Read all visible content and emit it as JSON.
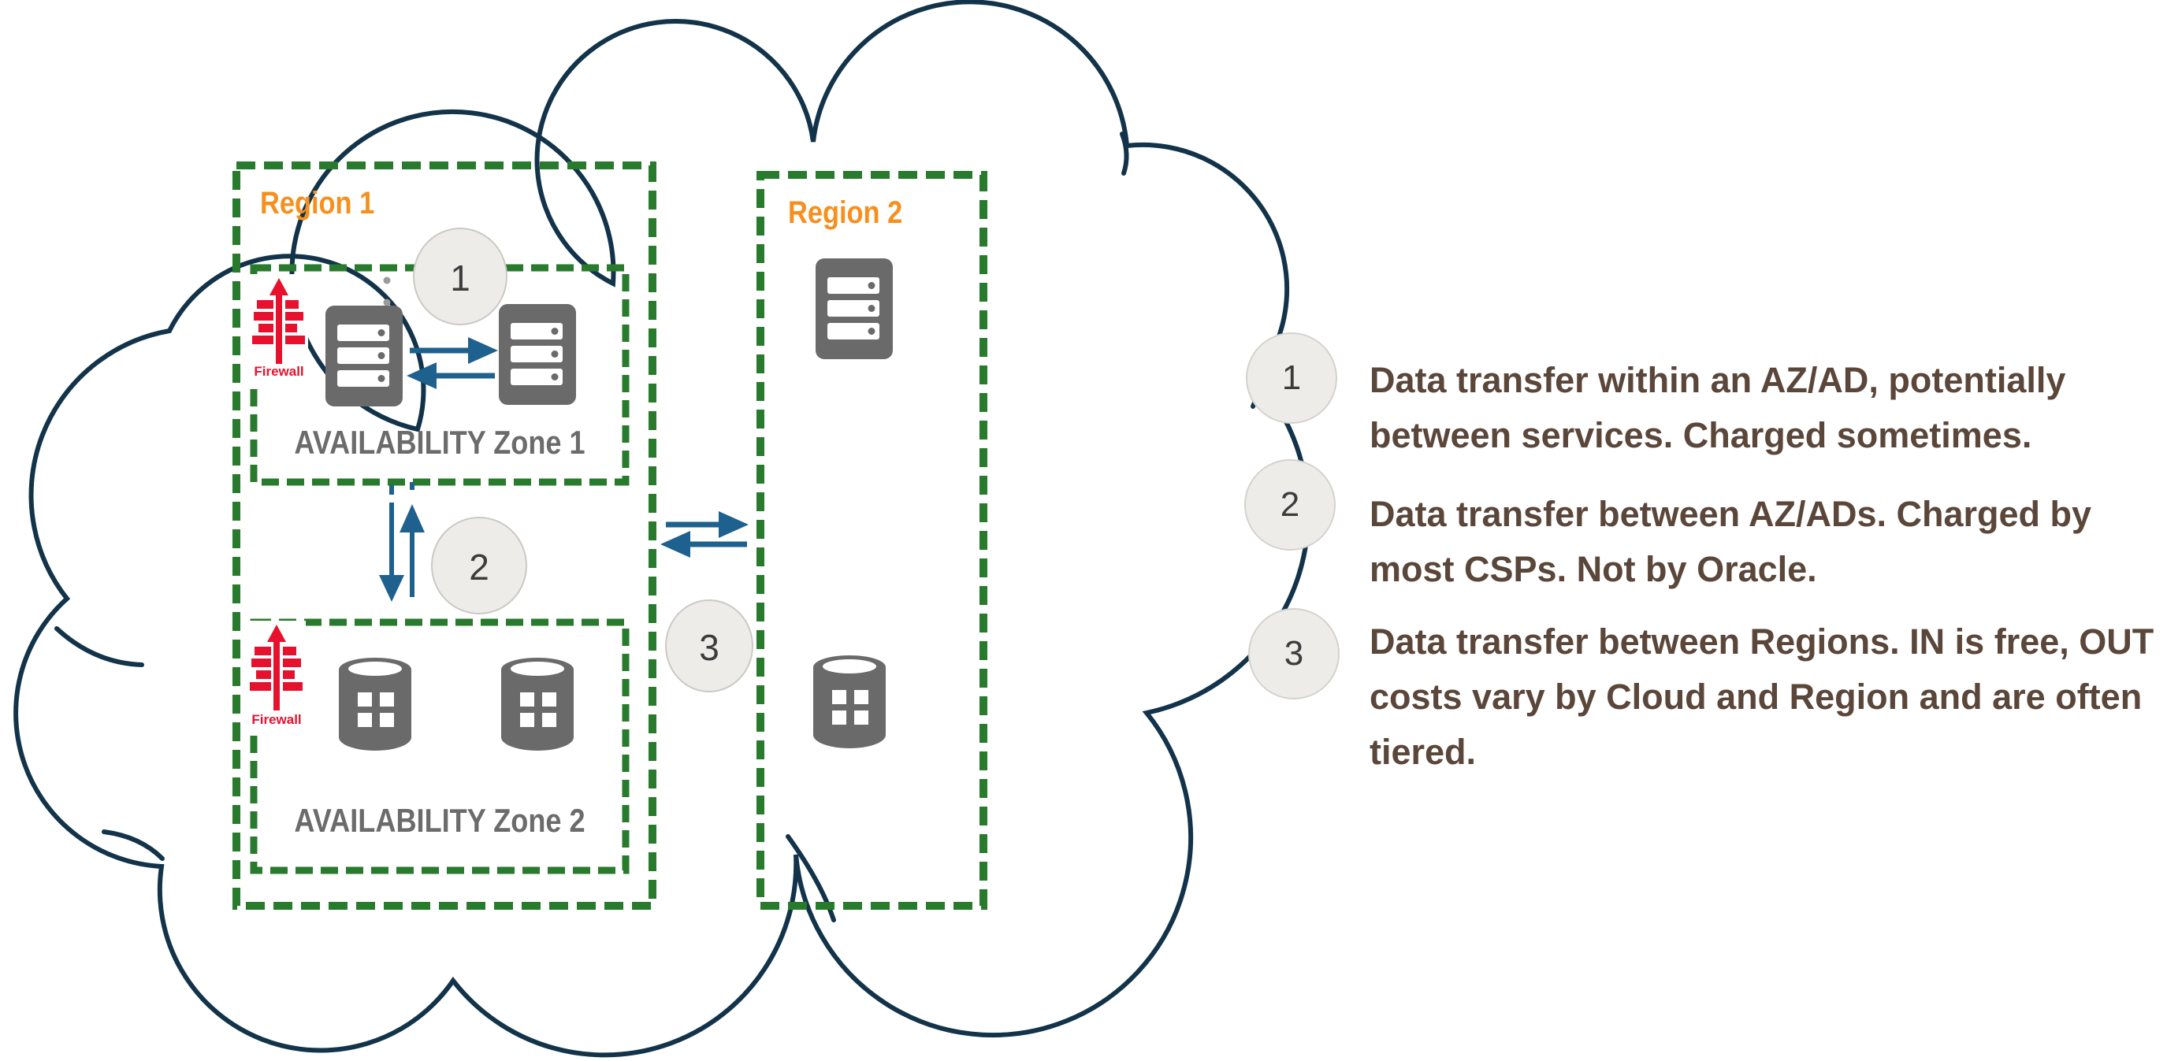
{
  "diagram": {
    "regions": [
      {
        "label": "Region 1"
      },
      {
        "label": "Region 2"
      }
    ],
    "zones": [
      {
        "label": "AVAILABILITY Zone 1"
      },
      {
        "label": "AVAILABILITY Zone 2"
      }
    ],
    "firewalls": [
      {
        "label": "Firewall"
      },
      {
        "label": "Firewall"
      }
    ],
    "badges": [
      {
        "number": "1"
      },
      {
        "number": "2"
      },
      {
        "number": "3"
      }
    ]
  },
  "legend": {
    "items": [
      {
        "number": "1",
        "lines": [
          "Data transfer within an AZ/AD, potentially",
          "between services. Charged sometimes."
        ]
      },
      {
        "number": "2",
        "lines": [
          "Data transfer between AZ/ADs. Charged by",
          "most CSPs. Not by Oracle."
        ]
      },
      {
        "number": "3",
        "lines": [
          "Data transfer between Regions. IN is free, OUT",
          "costs vary by Cloud and Region and are often",
          "tiered."
        ]
      }
    ]
  },
  "colors": {
    "cloud_outline": "#123349",
    "region_border": "#287A2C",
    "region_label": "#F78F1E",
    "zone_label": "#6B6B6B",
    "icon_gray": "#6A6A6A",
    "arrow_blue": "#1E608E",
    "legend_text": "#5B463A",
    "firewall_red": "#E8112D",
    "badge_fill": "#EDECE9"
  }
}
